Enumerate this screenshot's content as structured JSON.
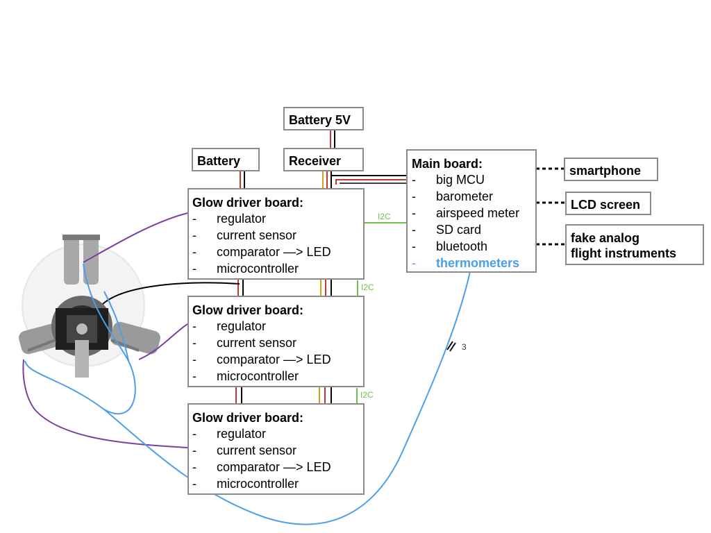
{
  "boxes": {
    "battery_5v": "Battery 5V",
    "battery": "Battery",
    "receiver": "Receiver",
    "smartphone": "smartphone",
    "lcd_screen": "LCD screen",
    "fake_analog_line1": "fake analog",
    "fake_analog_line2": "flight instruments"
  },
  "main_board": {
    "title": "Main board:",
    "items": [
      {
        "dash": "-",
        "label": "big MCU"
      },
      {
        "dash": "-",
        "label": "barometer"
      },
      {
        "dash": "-",
        "label": "airspeed meter"
      },
      {
        "dash": "-",
        "label": "SD card"
      },
      {
        "dash": "-",
        "label": "bluetooth"
      },
      {
        "dash": "-",
        "label": "thermometers"
      }
    ]
  },
  "glow_boards": [
    {
      "title": "Glow driver board:",
      "items": [
        {
          "dash": "-",
          "label": "regulator"
        },
        {
          "dash": "-",
          "label": "current sensor"
        },
        {
          "dash": "-",
          "label": "comparator —> LED"
        },
        {
          "dash": "-",
          "label": "microcontroller"
        }
      ]
    },
    {
      "title": "Glow driver board:",
      "items": [
        {
          "dash": "-",
          "label": "regulator"
        },
        {
          "dash": "-",
          "label": "current sensor"
        },
        {
          "dash": "-",
          "label": "comparator —> LED"
        },
        {
          "dash": "-",
          "label": "microcontroller"
        }
      ]
    },
    {
      "title": "Glow driver board:",
      "items": [
        {
          "dash": "-",
          "label": "regulator"
        },
        {
          "dash": "-",
          "label": "current sensor"
        },
        {
          "dash": "-",
          "label": "comparator —> LED"
        },
        {
          "dash": "-",
          "label": "microcontroller"
        }
      ]
    }
  ],
  "labels": {
    "i2c_main": "I2C",
    "i2c_1": "I2C",
    "i2c_2": "I2C",
    "thermo_count": "3"
  },
  "colors": {
    "border": "#8a8a8a",
    "wire_red": "#c0392b",
    "wire_yellow": "#d4a017",
    "wire_black": "#000000",
    "wire_green_i2c": "#6cc04a",
    "wire_purple": "#7b3fa0",
    "wire_blue": "#4a9fea",
    "highlight_text": "#4a9fea"
  }
}
